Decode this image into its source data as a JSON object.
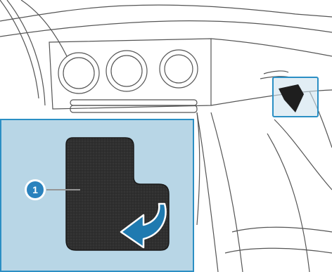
{
  "callout": {
    "number": "1"
  },
  "colors": {
    "accent": "#2b8fc4",
    "inset_fill": "#b8d6e6",
    "line_art": "#555555",
    "mat": "#2c2c2c",
    "arrow_fill": "#1f7ab0"
  },
  "icons": {
    "callout_marker": "numbered-circle",
    "direction_arrow": "curved-arrow-left"
  }
}
